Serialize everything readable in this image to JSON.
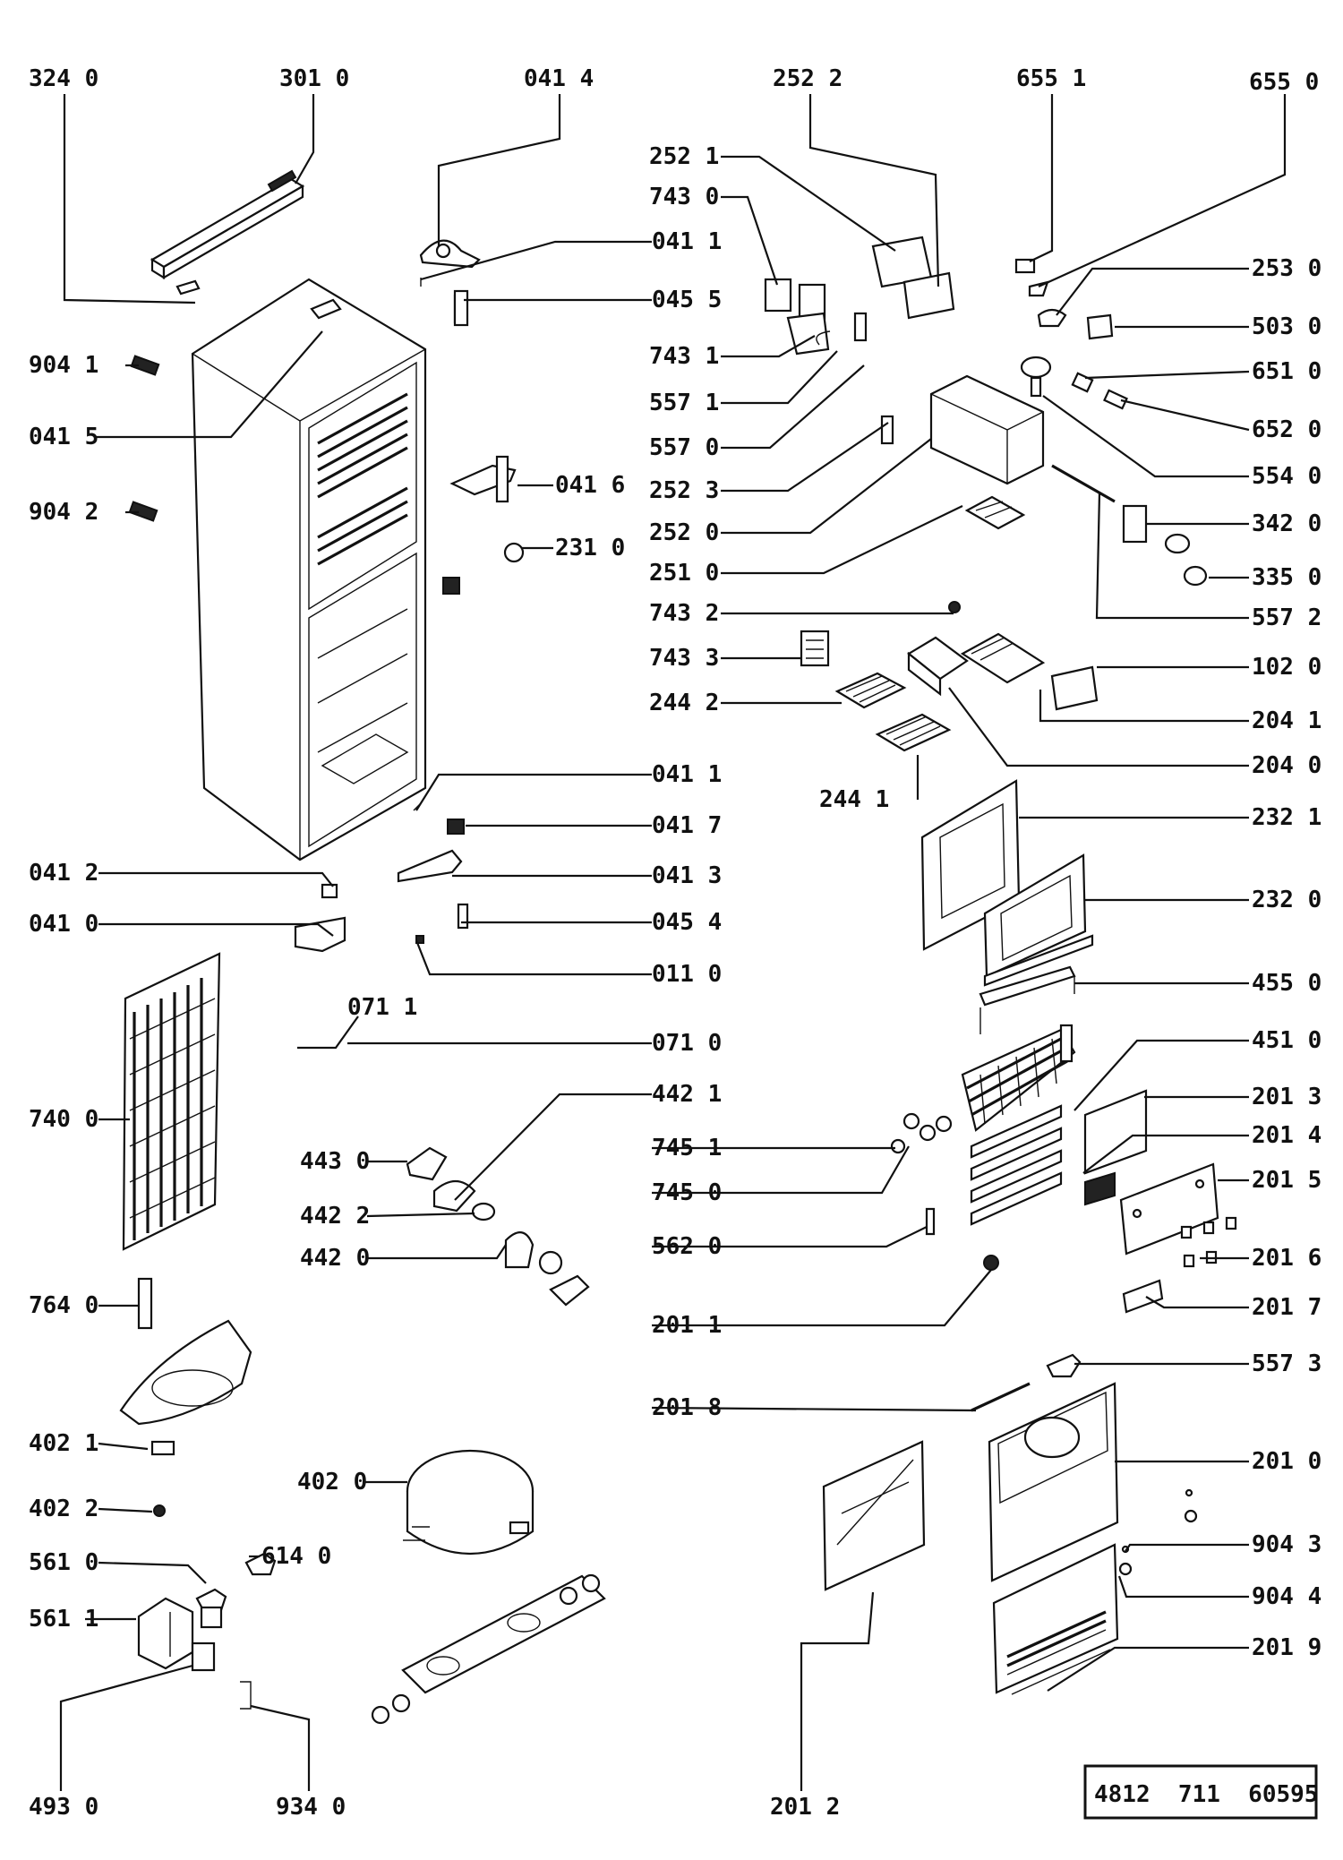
{
  "labels": [
    "324 0",
    "301 0",
    "041 4",
    "252 2",
    "655 1",
    "655 0",
    "252 1",
    "743 0",
    "041 1",
    "045 5",
    "253 0",
    "503 0",
    "904 1",
    "743 1",
    "557 1",
    "651 0",
    "041 5",
    "557 0",
    "652 0",
    "554 0",
    "041 6",
    "252 3",
    "342 0",
    "904 2",
    "252 0",
    "231 0",
    "251 0",
    "335 0",
    "743 2",
    "557 2",
    "743 3",
    "102 0",
    "244 2",
    "204 1",
    "204 0",
    "244 1",
    "041 1",
    "232 1",
    "041 7",
    "041 2",
    "041 3",
    "232 0",
    "041 0",
    "045 4",
    "011 0",
    "455 0",
    "071 1",
    "071 0",
    "451 0",
    "442 1",
    "201 3",
    "740 0",
    "745 1",
    "201 4",
    "443 0",
    "442 2",
    "745 0",
    "201 5",
    "442 0",
    "562 0",
    "201 6",
    "764 0",
    "201 1",
    "201 7",
    "557 3",
    "201 8",
    "402 1",
    "201 0",
    "402 0",
    "402 2",
    "904 3",
    "561 0",
    "614 0",
    "904 4",
    "561 1",
    "201 9",
    "493 0",
    "934 0",
    "201 2"
  ],
  "doc_number": "4812  711  60595"
}
